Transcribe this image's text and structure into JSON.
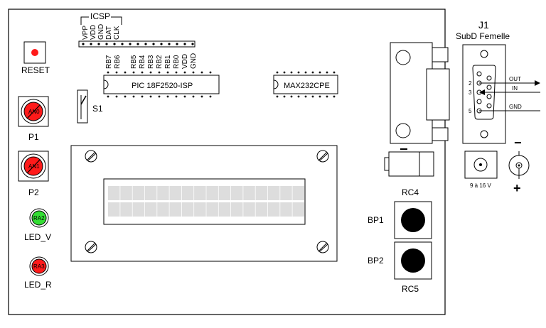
{
  "icsp": {
    "title": "ICSP",
    "pins": [
      "VPP",
      "VDD",
      "GND",
      "DAT",
      "CLK"
    ]
  },
  "pic": {
    "label": "PIC 18F2520-ISP",
    "pins": [
      "RB7",
      "RB6",
      "RB5",
      "RB4",
      "RB3",
      "RB2",
      "RB1",
      "RB0",
      "VDD",
      "GND"
    ]
  },
  "max232": {
    "label": "MAX232CPE"
  },
  "connector": {
    "title": "J1",
    "subtitle": "SubD Femelle",
    "pin_numbers": [
      "2",
      "3",
      "5"
    ],
    "signals": [
      "OUT",
      "IN",
      "GND"
    ]
  },
  "power": {
    "range": "9 à 16 V",
    "minus": "−",
    "plus": "+"
  },
  "left_panel": {
    "reset": "RESET",
    "switch": "S1",
    "p1": "P1",
    "p1_pin": "AN0",
    "p2": "P2",
    "p2_pin": "AN1",
    "led_v": "LED_V",
    "led_v_pin": "RA2",
    "led_r": "LED_R",
    "led_r_pin": "RA3"
  },
  "buttons": {
    "rc4": "RC4",
    "bp1": "BP1",
    "bp2": "BP2",
    "rc5": "RC5"
  },
  "colors": {
    "red": "#ff1a1a",
    "green": "#33dd33",
    "lcd_cell": "#dddddd"
  }
}
